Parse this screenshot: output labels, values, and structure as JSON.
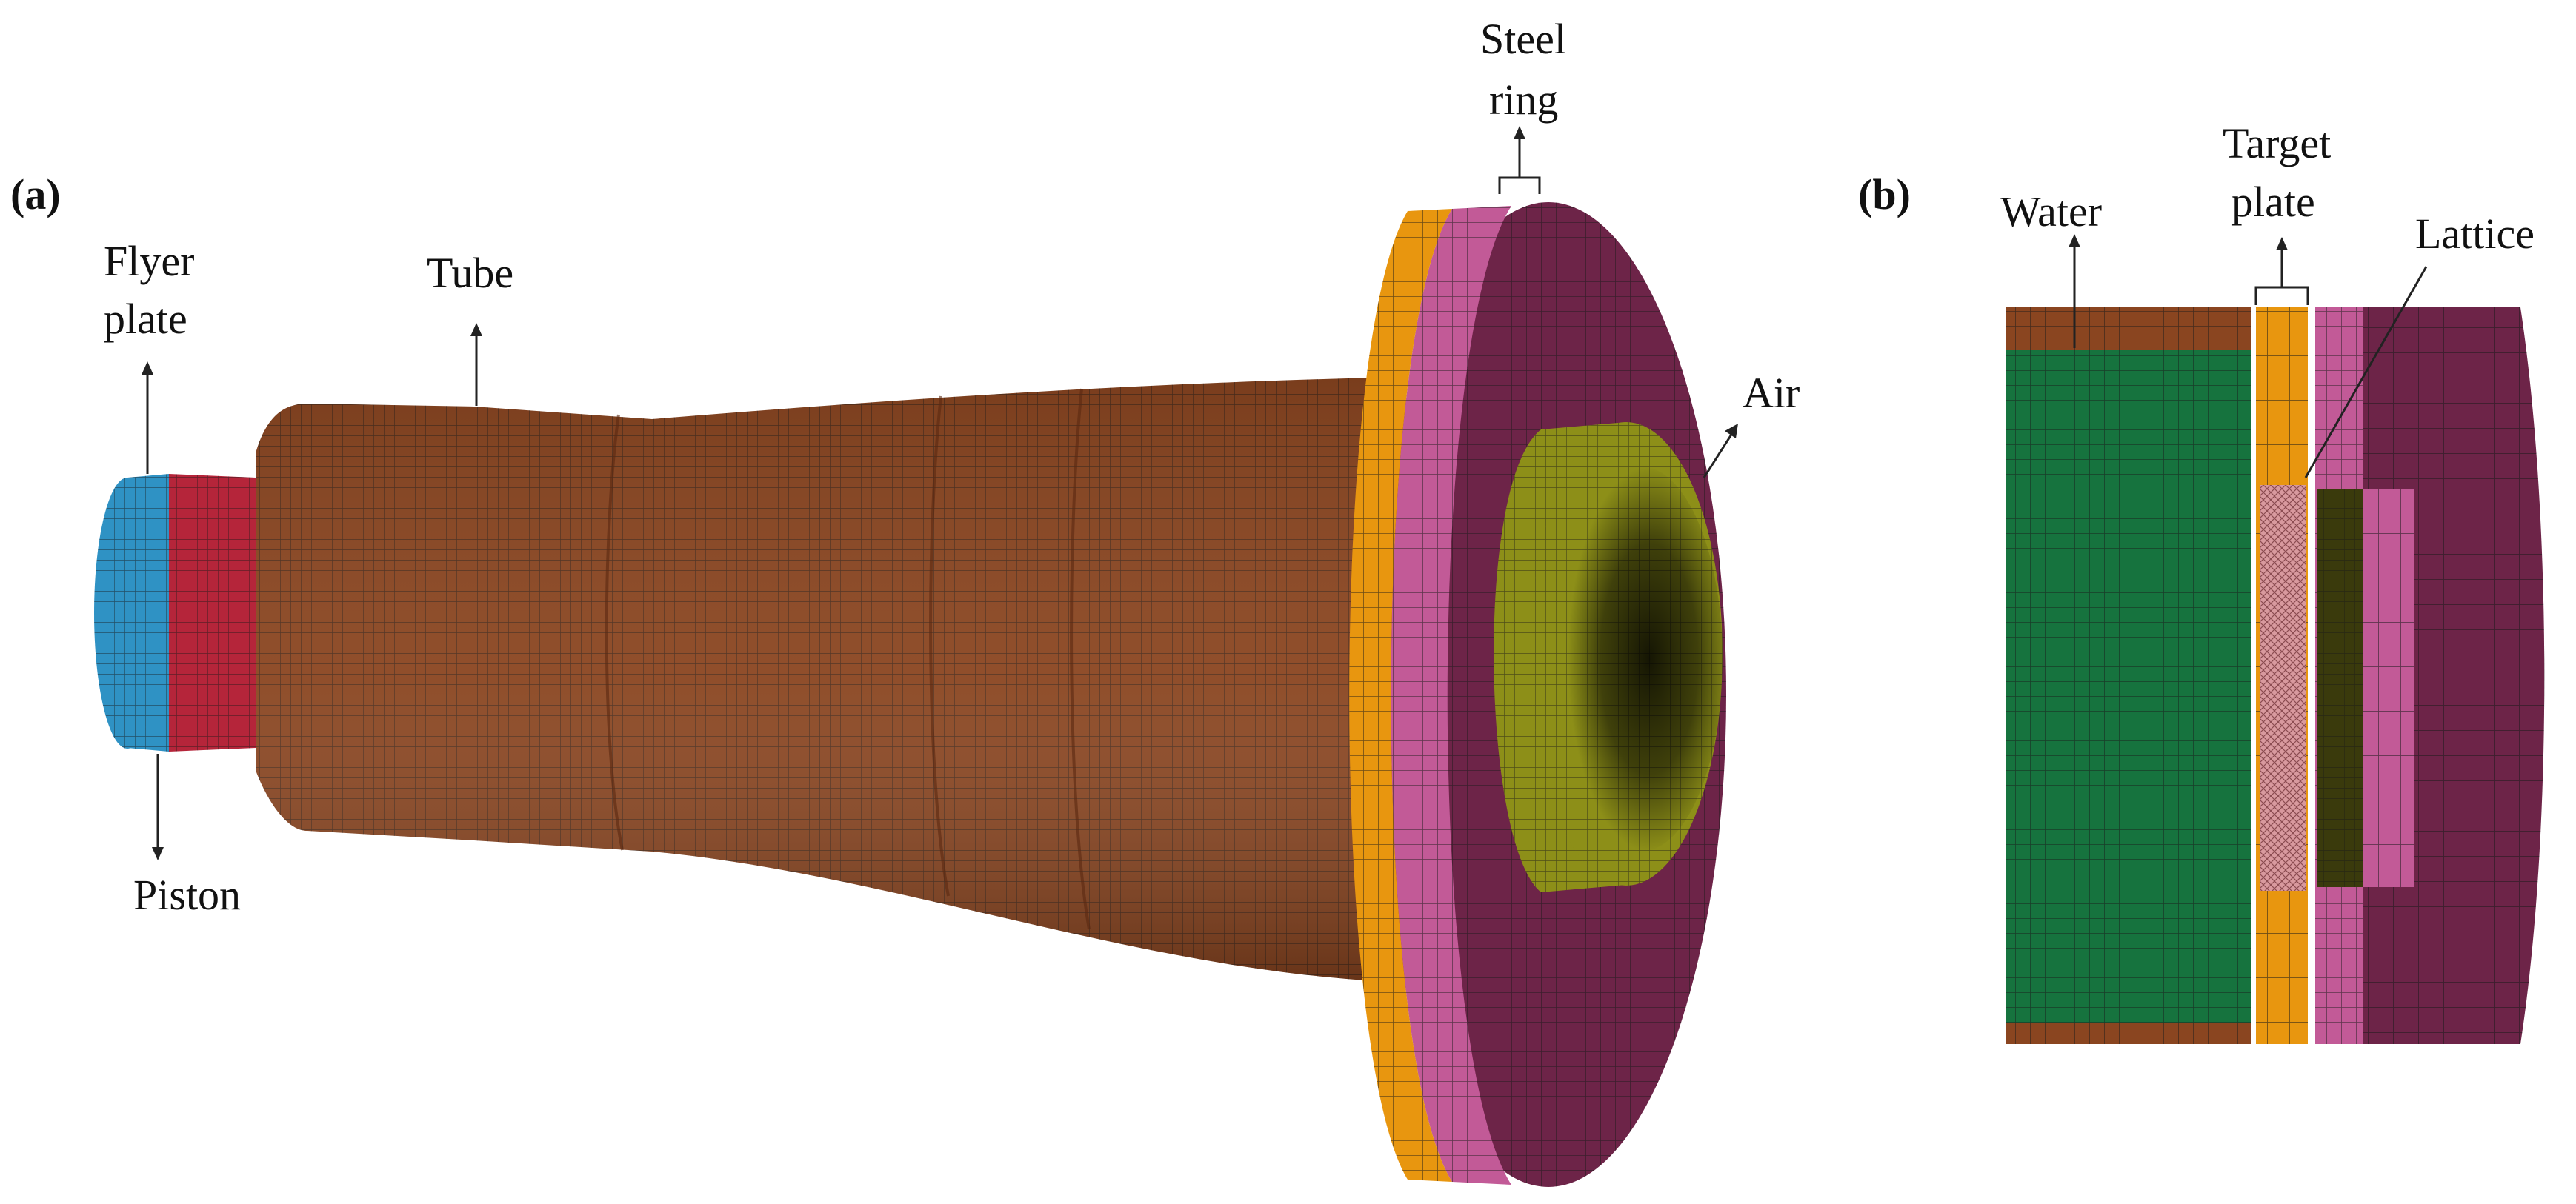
{
  "panel_a": {
    "tag": "(a)",
    "labels": {
      "flyer_plate": [
        "Flyer",
        "plate"
      ],
      "piston": "Piston",
      "tube": "Tube",
      "steel_ring": [
        "Steel",
        "ring"
      ],
      "air": "Air"
    }
  },
  "panel_b": {
    "tag": "(b)",
    "labels": {
      "water": "Water",
      "target_plate": [
        "Target",
        "plate"
      ],
      "lattice": "Lattice"
    }
  },
  "colors": {
    "flyer_plate": "#2f92c4",
    "piston": "#b5253a",
    "tube": "#8a4520",
    "steel_ring": "#e8960f",
    "target_plate": "#e8960f",
    "ring_pink": "#c25a97",
    "outer_disc": "#6d2448",
    "air": "#8d8f18",
    "water": "#16733e",
    "lattice": "#d8999e",
    "mesh_line": "#1a1a1a"
  }
}
